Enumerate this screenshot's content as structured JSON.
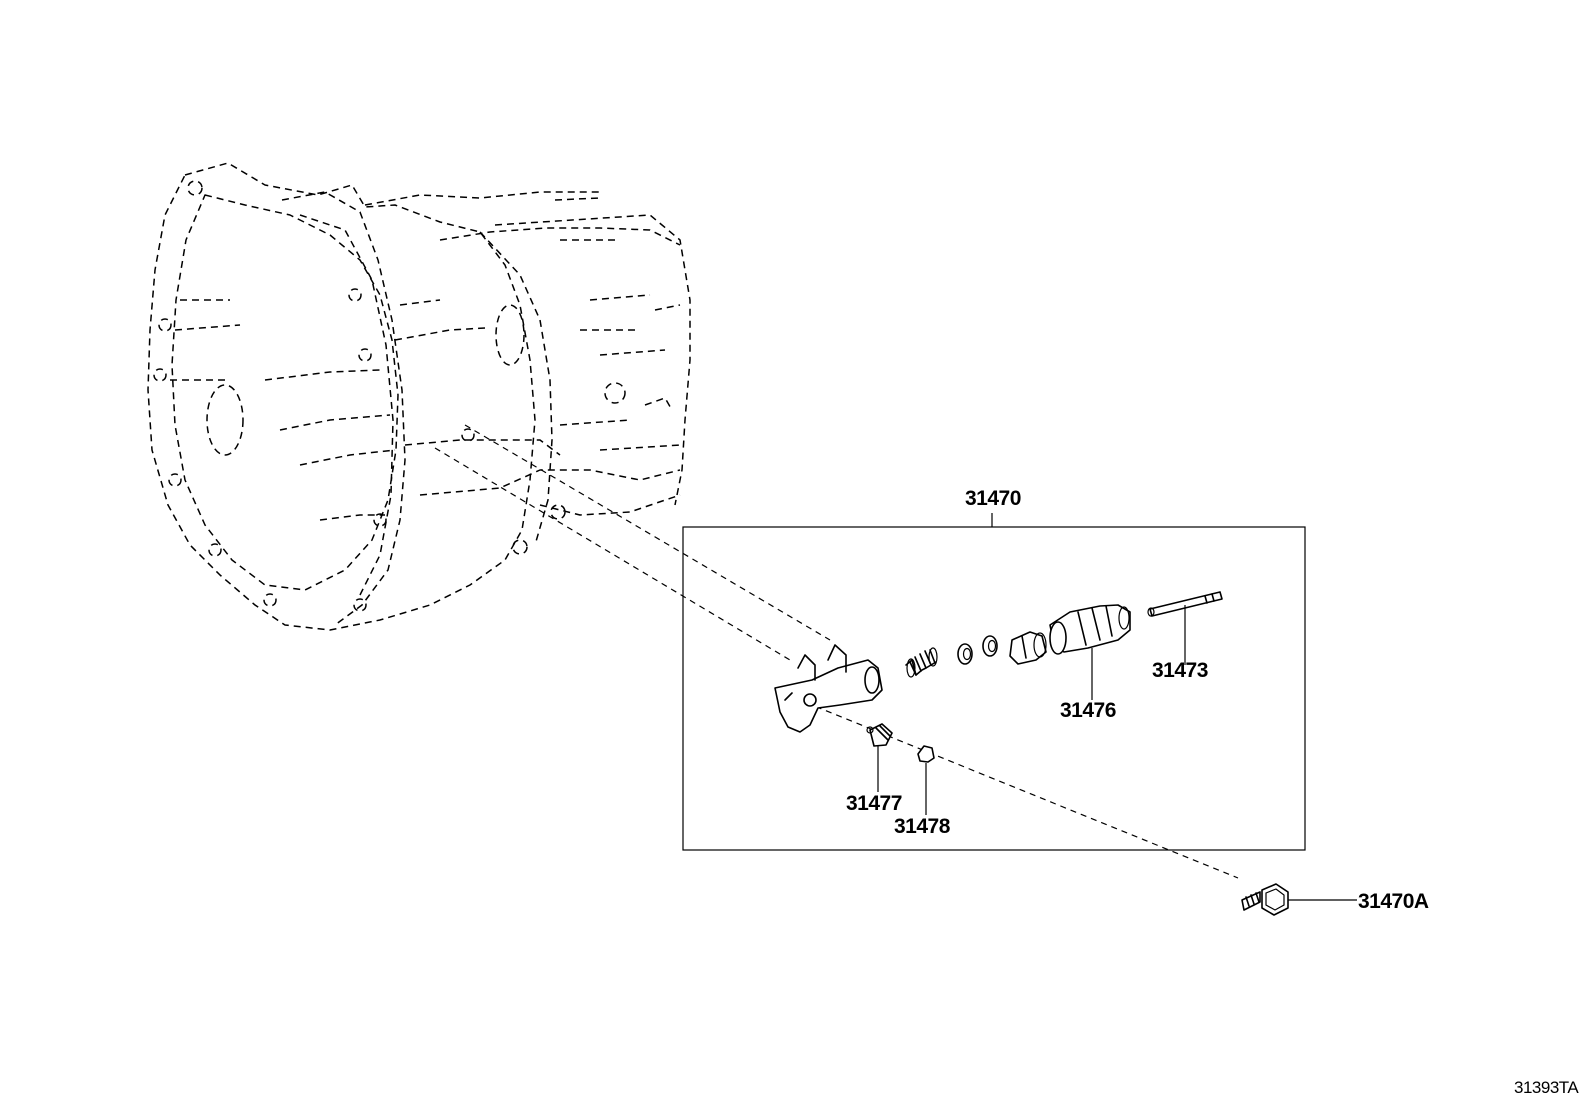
{
  "labels": {
    "assembly": "31470",
    "push_rod": "31473",
    "boot": "31476",
    "bleeder_plug": "31477",
    "bleeder_cap": "31478",
    "bolt": "31470A",
    "figure_code": "31393TA"
  }
}
